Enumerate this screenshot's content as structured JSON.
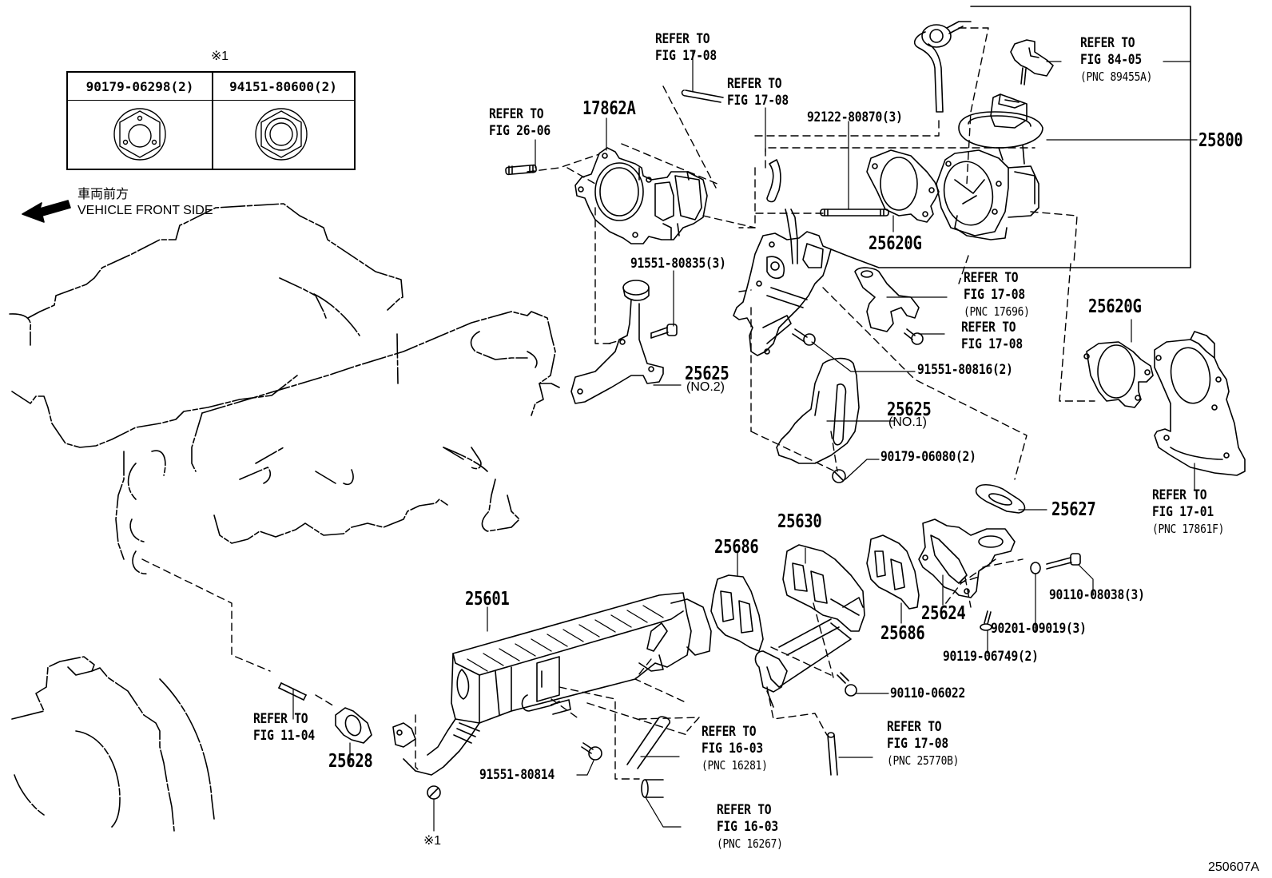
{
  "figure_id": "250607A",
  "direction": {
    "japanese": "車両前方",
    "english": "VEHICLE FRONT SIDE",
    "icon": "arrow-left-icon"
  },
  "fastener_table": {
    "marker": "※1",
    "columns": [
      {
        "part_no": "90179-06298(2)",
        "icon": "flange-nut-with-lock-points-icon"
      },
      {
        "part_no": "94151-80600(2)",
        "icon": "flange-nut-icon"
      }
    ]
  },
  "parts": [
    {
      "id": "p17862A",
      "label": "17862A"
    },
    {
      "id": "p25800",
      "label": "25800"
    },
    {
      "id": "p25620G_a",
      "label": "25620G"
    },
    {
      "id": "p25620G_b",
      "label": "25620G"
    },
    {
      "id": "p25625_2",
      "label": "25625",
      "sub": "(NO.2)"
    },
    {
      "id": "p25625_1",
      "label": "25625",
      "sub": "(NO.1)"
    },
    {
      "id": "p25627",
      "label": "25627"
    },
    {
      "id": "p25630",
      "label": "25630"
    },
    {
      "id": "p25686_a",
      "label": "25686"
    },
    {
      "id": "p25686_b",
      "label": "25686"
    },
    {
      "id": "p25624",
      "label": "25624"
    },
    {
      "id": "p25601",
      "label": "25601"
    },
    {
      "id": "p25628",
      "label": "25628"
    }
  ],
  "fasteners": [
    {
      "id": "f92122",
      "label": "92122-80870(3)"
    },
    {
      "id": "f91551_835",
      "label": "91551-80835(3)"
    },
    {
      "id": "f91551_816",
      "label": "91551-80816(2)"
    },
    {
      "id": "f90179_080",
      "label": "90179-06080(2)"
    },
    {
      "id": "f90110_038",
      "label": "90110-08038(3)"
    },
    {
      "id": "f90201",
      "label": "90201-09019(3)"
    },
    {
      "id": "f90119",
      "label": "90119-06749(2)"
    },
    {
      "id": "f90110_022",
      "label": "90110-06022"
    },
    {
      "id": "f91551_814",
      "label": "91551-80814"
    },
    {
      "id": "f_note1",
      "label": "※1"
    }
  ],
  "references": [
    {
      "id": "r1",
      "line1": "REFER TO",
      "line2": "FIG 17-08"
    },
    {
      "id": "r2",
      "line1": "REFER TO",
      "line2": "FIG 17-08"
    },
    {
      "id": "r3",
      "line1": "REFER TO",
      "line2": "FIG 26-06"
    },
    {
      "id": "r4",
      "line1": "REFER TO",
      "line2": "FIG 84-05",
      "pnc": "(PNC 89455A)"
    },
    {
      "id": "r5",
      "line1": "REFER TO",
      "line2": "FIG 17-08",
      "pnc": "(PNC 17696)"
    },
    {
      "id": "r6",
      "line1": "REFER TO",
      "line2": "FIG 17-08"
    },
    {
      "id": "r7",
      "line1": "REFER TO",
      "line2": "FIG 17-01",
      "pnc": "(PNC 17861F)"
    },
    {
      "id": "r8",
      "line1": "REFER TO",
      "line2": "FIG 11-04"
    },
    {
      "id": "r9",
      "line1": "REFER TO",
      "line2": "FIG 16-03",
      "pnc": "(PNC 16281)"
    },
    {
      "id": "r10",
      "line1": "REFER TO",
      "line2": "FIG 16-03",
      "pnc": "(PNC 16267)"
    },
    {
      "id": "r11",
      "line1": "REFER TO",
      "line2": "FIG 17-08",
      "pnc": "(PNC 25770B)"
    }
  ]
}
